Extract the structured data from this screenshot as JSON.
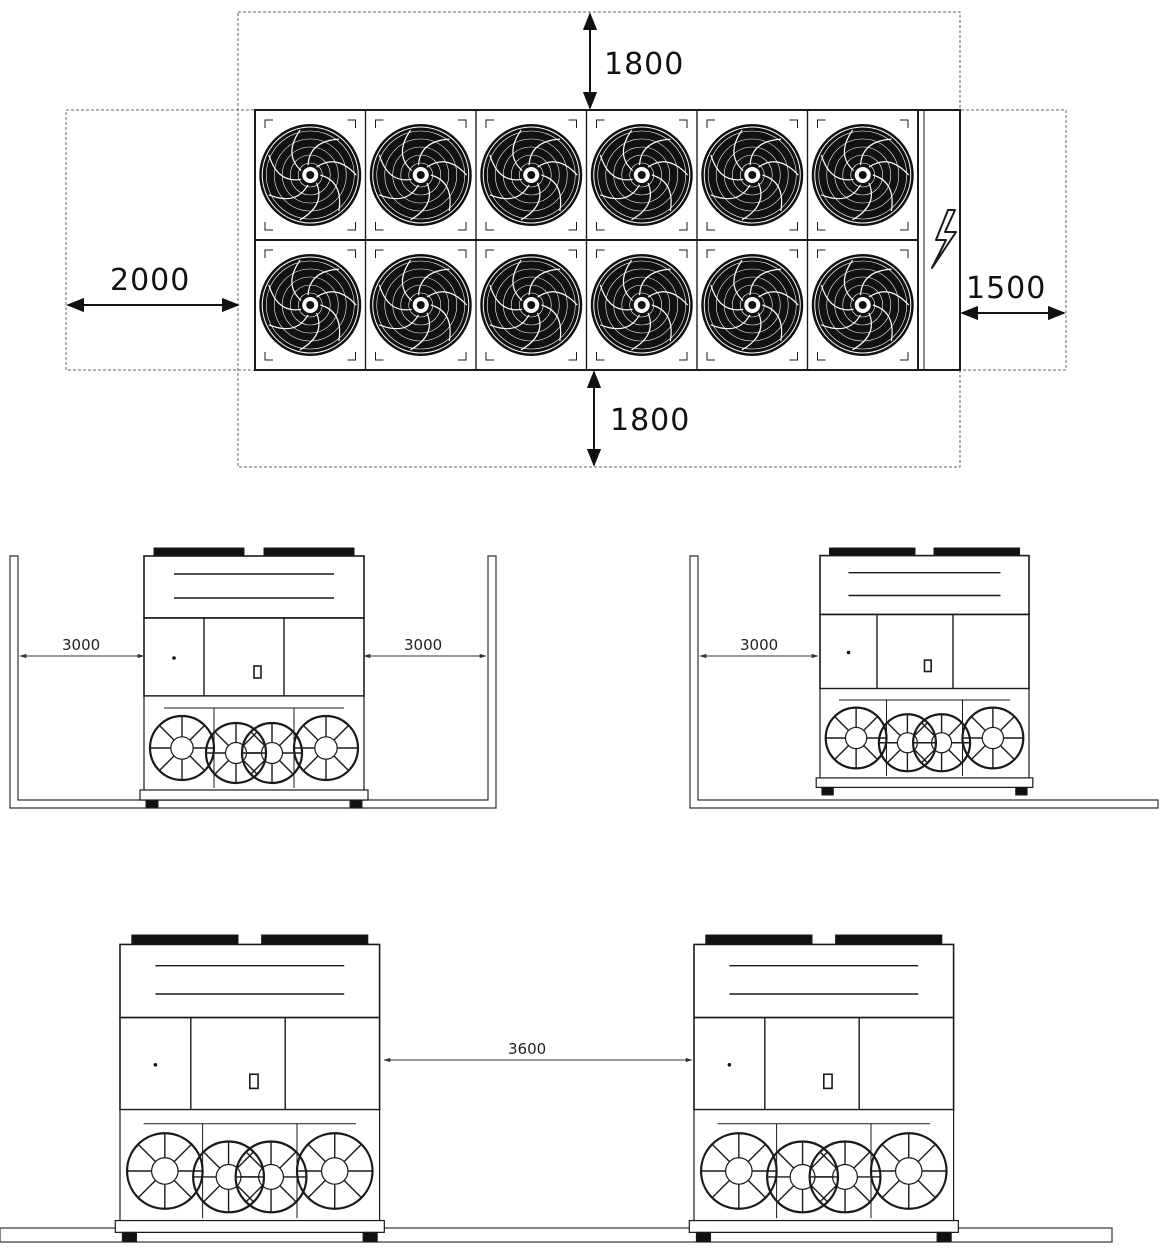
{
  "plan_view": {
    "fan_rows": 2,
    "fan_columns": 6,
    "clearance_top": "1800",
    "clearance_bottom": "1800",
    "clearance_left": "2000",
    "clearance_right": "1500",
    "electrical_icon": "lightning-bolt-icon"
  },
  "side_view_walls_both": {
    "clearance_left": "3000",
    "clearance_right": "3000"
  },
  "side_view_wall_one": {
    "clearance_left": "3000"
  },
  "two_units_view": {
    "spacing_between_units": "3600"
  },
  "colors": {
    "line": "#1a1a1a",
    "dashed": "#555555",
    "fan": "#111111",
    "background": "#ffffff"
  }
}
